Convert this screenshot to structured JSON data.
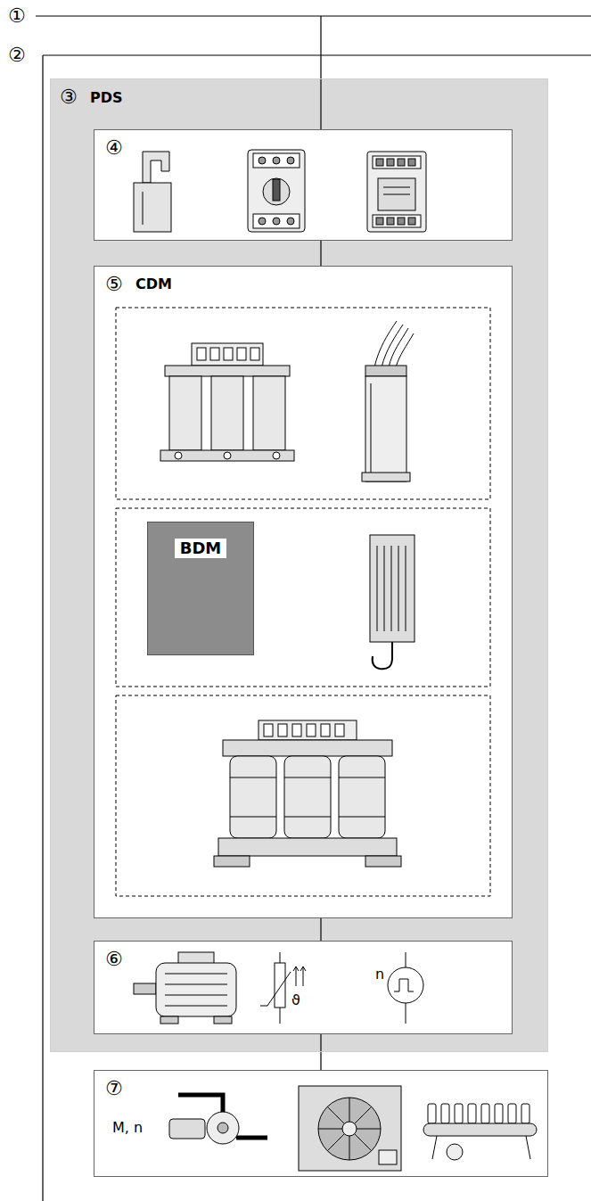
{
  "diagram": {
    "nodes": [
      {
        "text": [
          "③",
          "PDS"
        ]
      },
      {
        "text": [
          "④"
        ],
        "in": 0
      },
      {
        "text": [
          "⑤",
          "CDM"
        ],
        "in": 0
      },
      {
        "text": [
          "BDM"
        ],
        "in": 2
      },
      {
        "text": [
          "⑥",
          "ϑ",
          "n"
        ],
        "in": 0
      },
      {
        "text": [
          "⑦",
          "M, n"
        ]
      }
    ],
    "edges": [
      {
        "from": 1,
        "to": 2,
        "arrow": "none"
      },
      {
        "from": 2,
        "to": 4,
        "arrow": "none"
      },
      {
        "from": 4,
        "to": 5,
        "arrow": "none"
      }
    ],
    "labels": [
      "①",
      "②"
    ]
  }
}
